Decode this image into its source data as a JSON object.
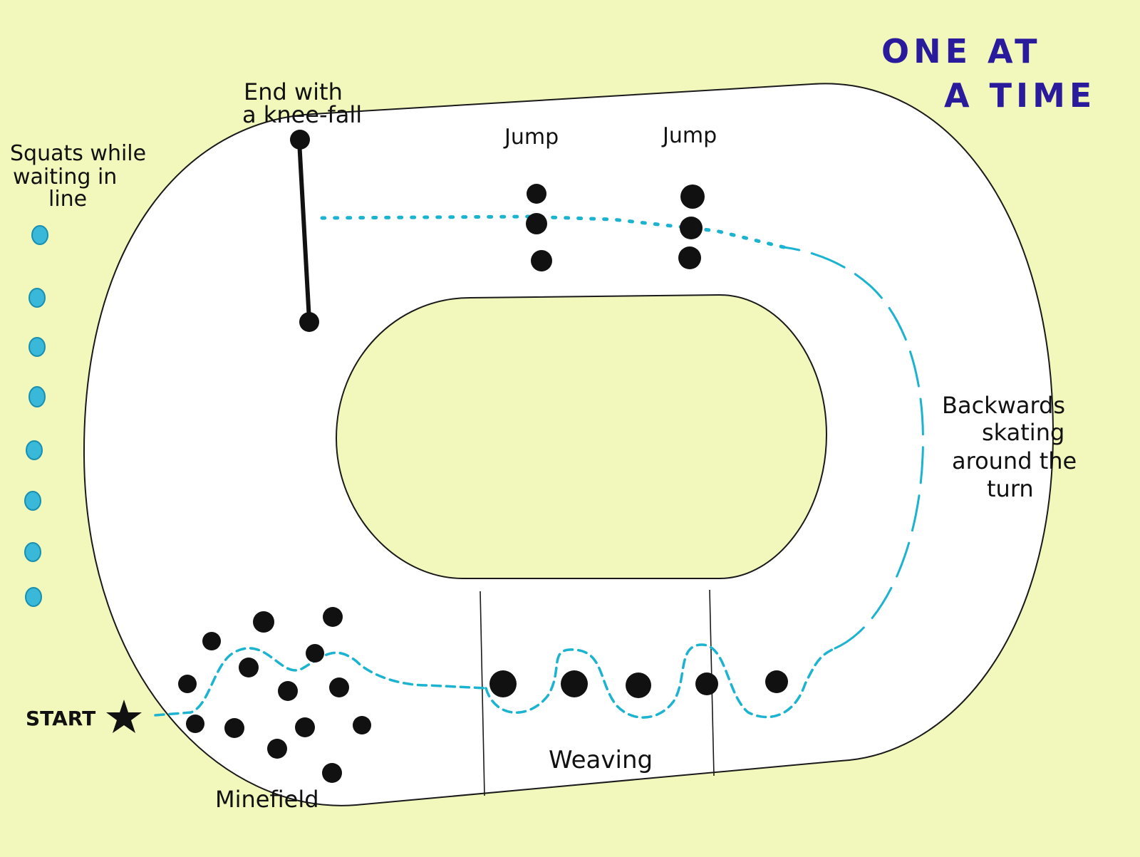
{
  "title": {
    "line1": "ONE  AT",
    "line2": "A TIME"
  },
  "labels": {
    "knee_fall_1": "End with",
    "knee_fall_2": "a knee-fall",
    "squats_1": "Squats while",
    "squats_2": "waiting  in",
    "squats_3": "line",
    "jump_1": "Jump",
    "jump_2": "Jump",
    "backwards_1": "Backwards",
    "backwards_2": "skating",
    "backwards_3": "around the",
    "backwards_4": "turn",
    "start": "START",
    "minefield": "Minefield",
    "weaving": "Weaving"
  },
  "icons": {
    "start_marker": "star-icon"
  },
  "colors": {
    "background": "#f2f7bc",
    "track": "#ffffff",
    "outline": "#1a1a1a",
    "path": "#1bb3cf",
    "queue_dot": "#3ab8d9",
    "title": "#2a1a9c"
  }
}
